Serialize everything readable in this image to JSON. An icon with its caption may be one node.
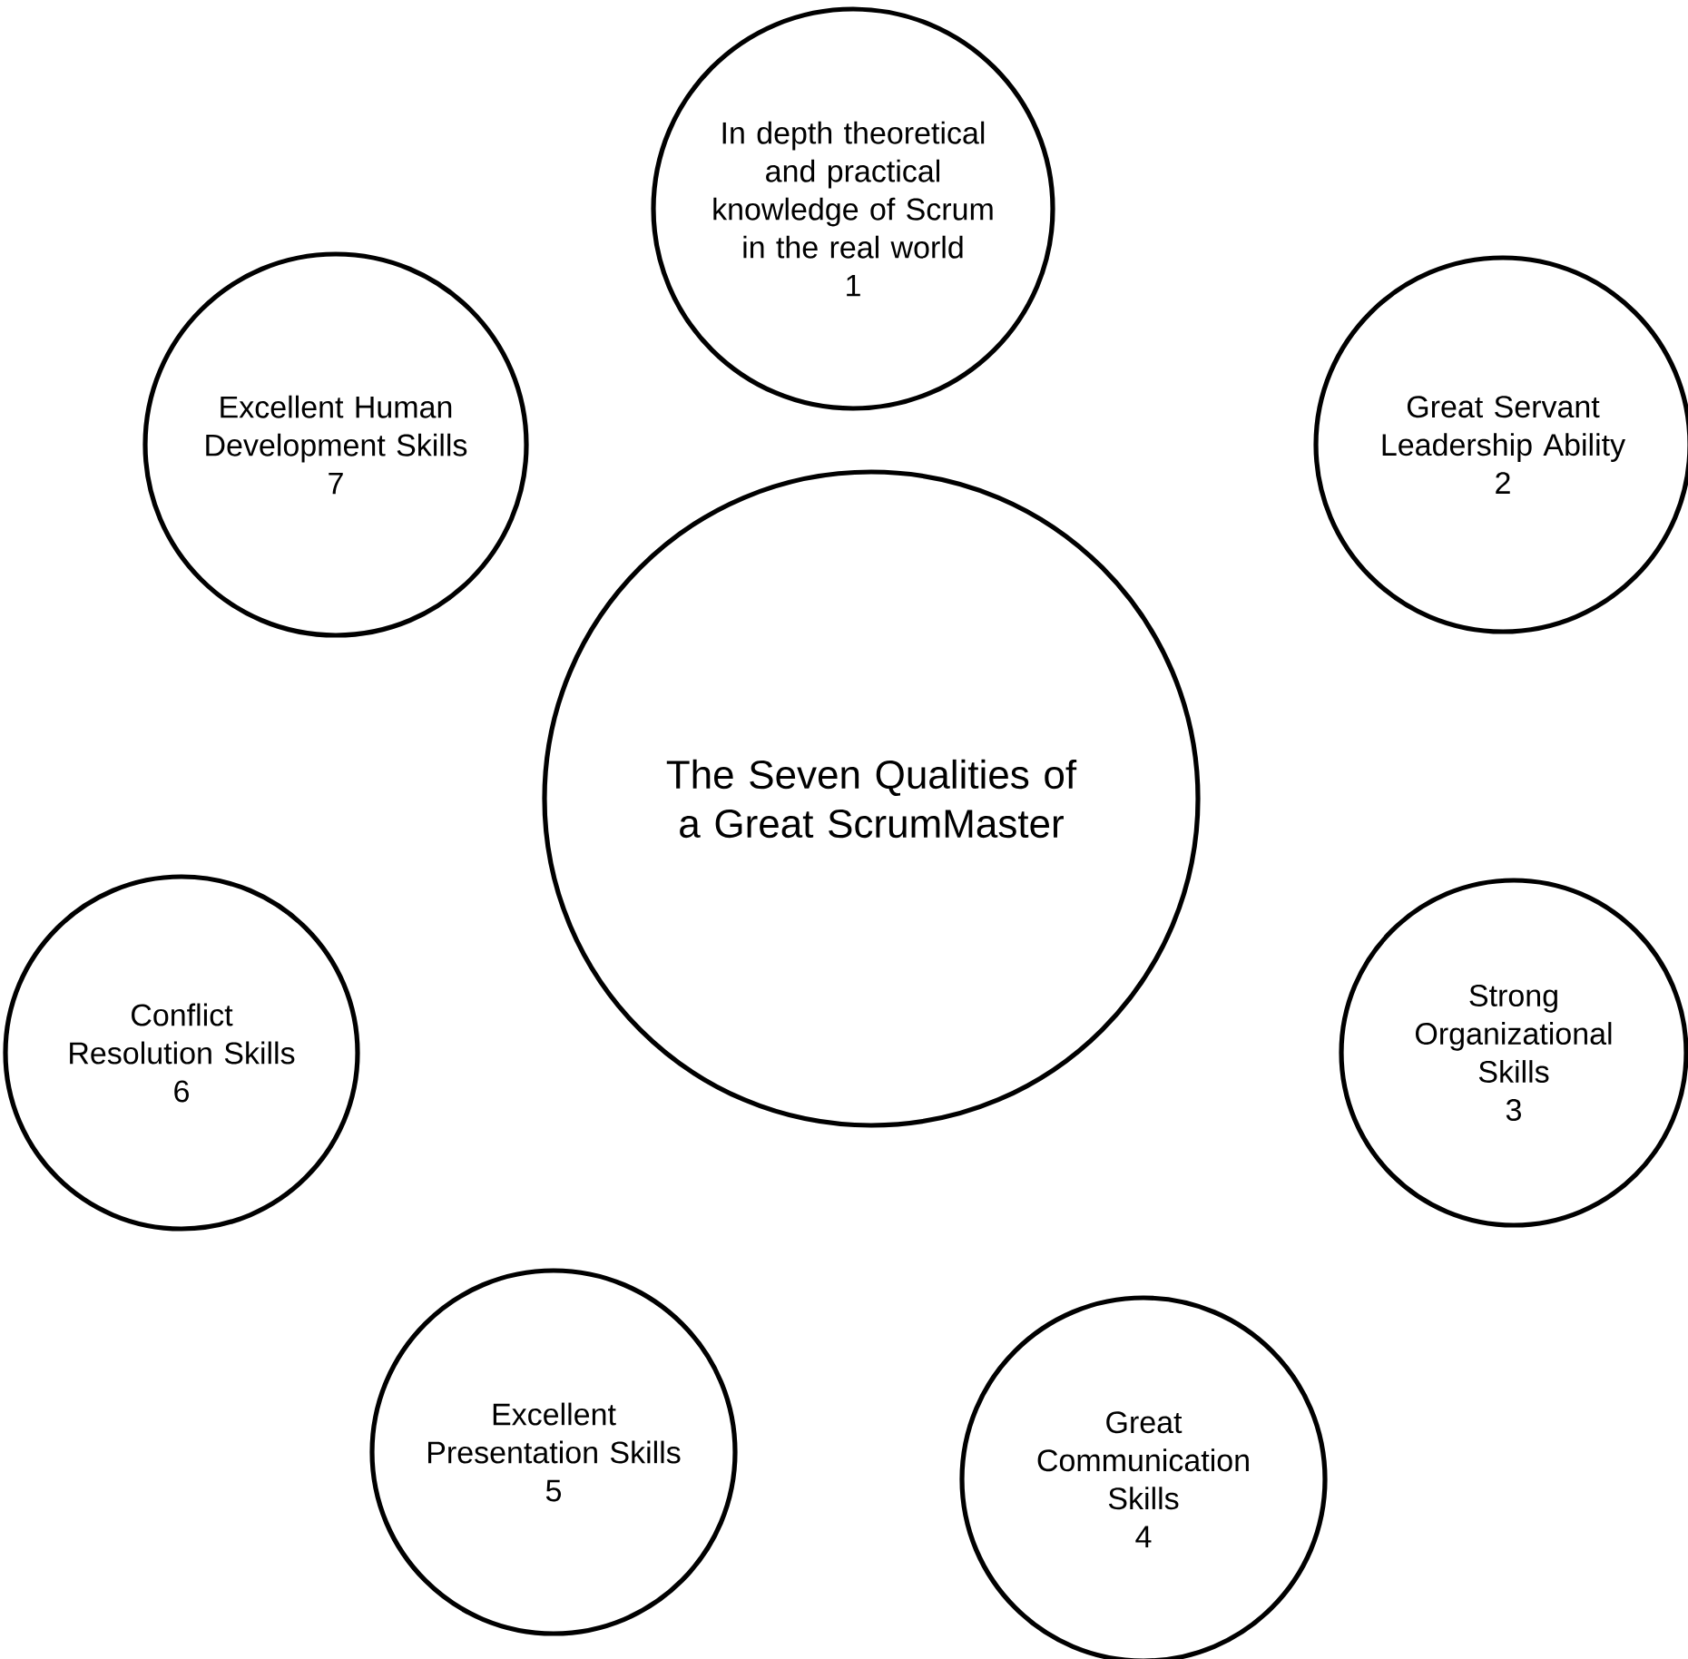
{
  "diagram": {
    "nodes": [
      {
        "text": [
          "The Seven Qualities of a Great ScrumMaster"
        ]
      },
      {
        "text": [
          "In depth theoretical and practical knowledge of Scrum in the real world",
          "1"
        ]
      },
      {
        "text": [
          "Great Servant Leadership Ability",
          "2"
        ]
      },
      {
        "text": [
          "Strong Organizational Skills",
          "3"
        ]
      },
      {
        "text": [
          "Great Communication Skills",
          "4"
        ]
      },
      {
        "text": [
          "Excellent Presentation Skills",
          "5"
        ]
      },
      {
        "text": [
          "Conflict Resolution Skills",
          "6"
        ]
      },
      {
        "text": [
          "Excellent Human Development Skills",
          "7"
        ]
      }
    ]
  }
}
